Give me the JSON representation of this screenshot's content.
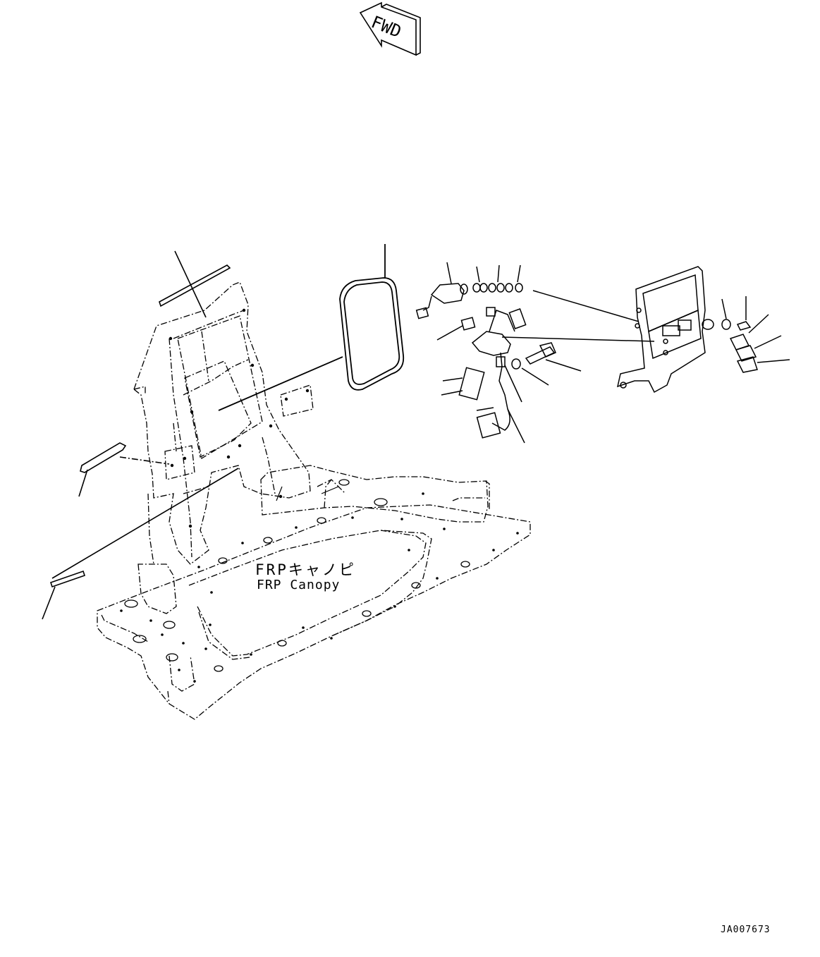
{
  "fwd_indicator": {
    "text": "FWD"
  },
  "canopy_label": {
    "japanese": "FRPキャノピ",
    "english": "FRP Canopy"
  },
  "drawing_number": "JA007673"
}
